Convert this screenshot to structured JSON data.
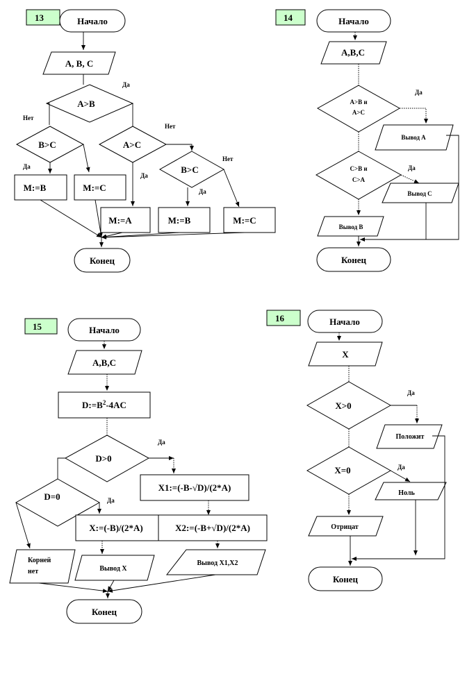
{
  "f13": {
    "num": "13",
    "start": "Начало",
    "input": "A, B, C",
    "c1": "A>B",
    "c2": "B>C",
    "c3": "A>C",
    "c4": "B>C",
    "m_b1": "M:=B",
    "m_c1": "M:=C",
    "m_a": "M:=A",
    "m_b2": "M:=B",
    "m_c2": "M:=C",
    "end": "Конец",
    "yes1": "Да",
    "no1": "Нет",
    "yes2": "Да",
    "no3": "Нет",
    "yes3": "Да",
    "no4": "Нет",
    "yes4": "Да"
  },
  "f14": {
    "num": "14",
    "start": "Начало",
    "input": "A,B,C",
    "c1_l1": "A>B и",
    "c1_l2": "A>C",
    "c2_l1": "C>B и",
    "c2_l2": "C>A",
    "out_a": "Вывод A",
    "out_c": "Вывод C",
    "out_b": "Вывод B",
    "end": "Конец",
    "yes1": "Да",
    "yes2": "Да"
  },
  "f15": {
    "num": "15",
    "start": "Начало",
    "input": "A,B,C",
    "calc_d": "D:=B",
    "calc_d_sup": "2",
    "calc_d_rest": "-4AC",
    "c1": "D>0",
    "c2": "D=0",
    "x1": "X1:=(-B-√D)/(2*A)",
    "x": "X:=(-B)/(2*A)",
    "x2": "X2:=(-B+√D)/(2*A)",
    "out_none_l1": "Корней",
    "out_none_l2": "нет",
    "out_x": "Вывод X",
    "out_x12": "Вывод X1,X2",
    "end": "Конец",
    "yes1": "Да",
    "yes2": "Да"
  },
  "f16": {
    "num": "16",
    "start": "Начало",
    "input": "X",
    "c1": "X>0",
    "c2": "X=0",
    "pos": "Положит",
    "zero": "Ноль",
    "neg": "Отрицат",
    "end": "Конец",
    "yes1": "Да",
    "yes2": "Да"
  }
}
